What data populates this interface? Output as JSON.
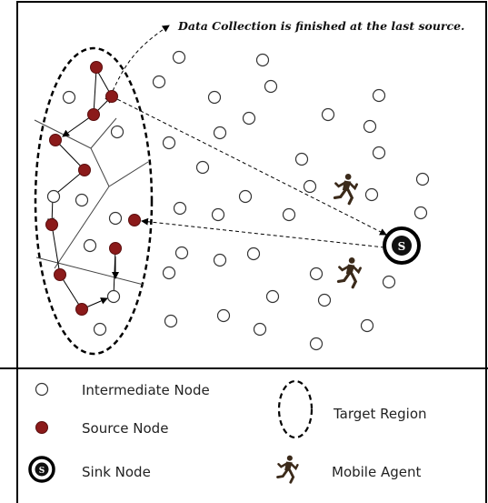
{
  "annotation": "Data Collection is finished at the last source.",
  "sink_label": "S",
  "legend": {
    "intermediate_node": "Intermediate Node",
    "source_node": "Source Node",
    "sink_node": "Sink Node",
    "target_region": "Target Region",
    "mobile_agent": "Mobile Agent",
    "sink_icon_label": "S"
  },
  "colors": {
    "source_node_fill": "#8b1a1a",
    "intermediate_node_fill": "#ffffff",
    "stroke": "#000000"
  }
}
